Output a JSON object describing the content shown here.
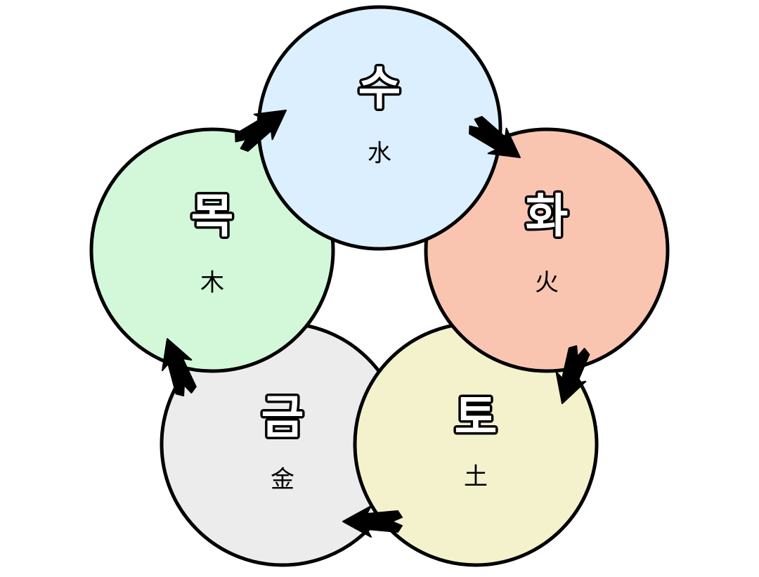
{
  "elements": [
    {
      "id": "water",
      "hangul": "수",
      "hanja": "水",
      "color": "#dcefff"
    },
    {
      "id": "fire",
      "hangul": "화",
      "hanja": "火",
      "color": "#f9c5b1"
    },
    {
      "id": "earth",
      "hangul": "토",
      "hanja": "土",
      "color": "#f3f2cc"
    },
    {
      "id": "metal",
      "hangul": "금",
      "hanja": "金",
      "color": "#ececec"
    },
    {
      "id": "wood",
      "hangul": "목",
      "hanja": "木",
      "color": "#d3f8d9"
    }
  ],
  "cycle": [
    {
      "from": "water",
      "to": "fire"
    },
    {
      "from": "fire",
      "to": "earth"
    },
    {
      "from": "earth",
      "to": "metal"
    },
    {
      "from": "metal",
      "to": "wood"
    },
    {
      "from": "wood",
      "to": "water"
    }
  ]
}
